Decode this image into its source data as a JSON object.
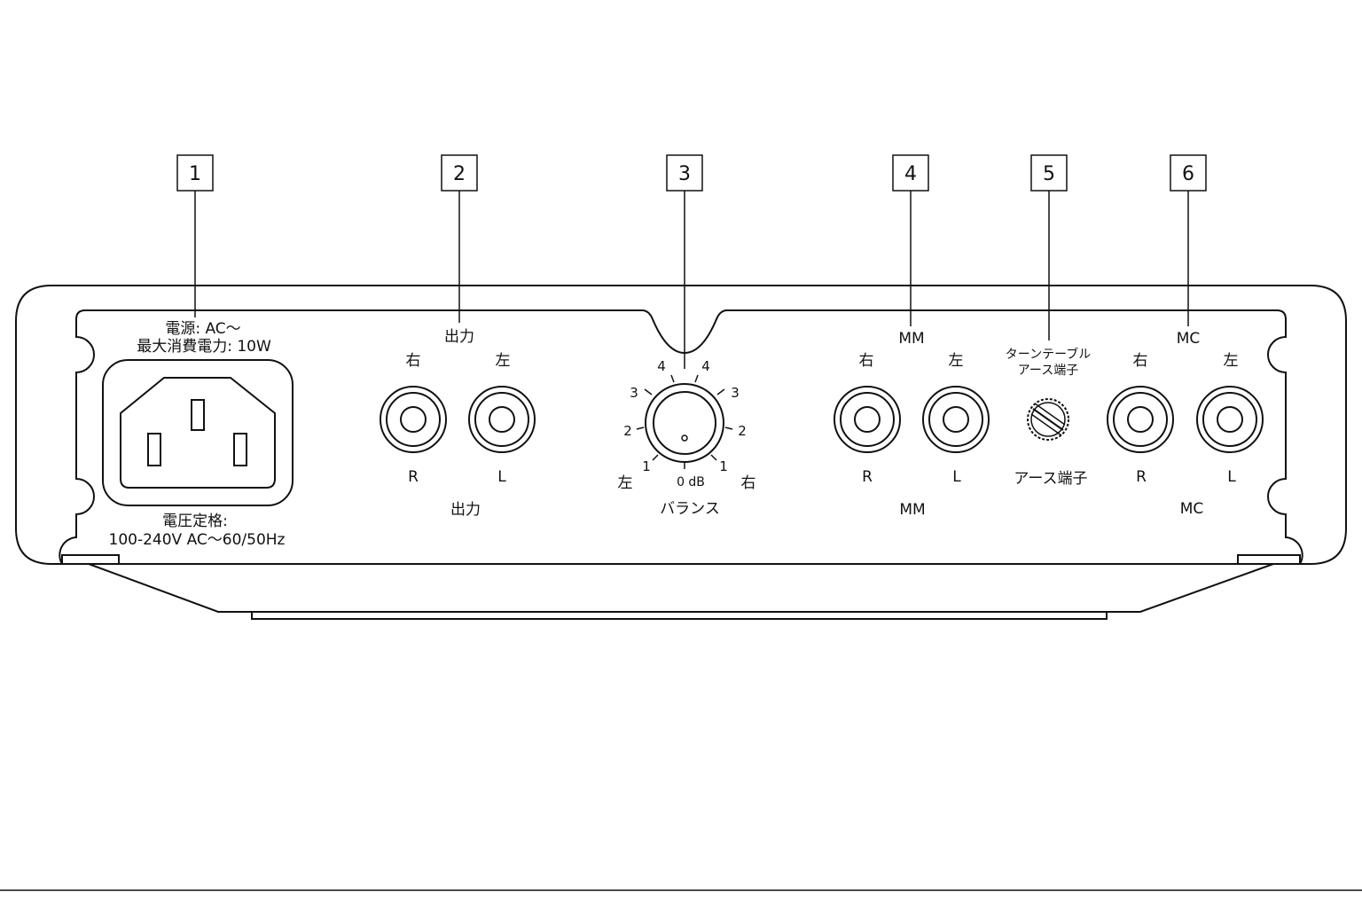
{
  "callouts": [
    "1",
    "2",
    "3",
    "4",
    "5",
    "6"
  ],
  "power": {
    "top_line1": "電源: AC〜",
    "top_line2": "最大消費電力: 10W",
    "bottom_line1": "電圧定格:",
    "bottom_line2": "100-240V AC〜60/50Hz"
  },
  "output": {
    "title": "出力",
    "right": "右",
    "left": "左",
    "r": "R",
    "l": "L",
    "bottom": "出力"
  },
  "balance": {
    "ticks_left": [
      "4",
      "3",
      "2",
      "1"
    ],
    "ticks_right": [
      "4",
      "3",
      "2",
      "1"
    ],
    "center": "0 dB",
    "side_left": "左",
    "side_right": "右",
    "label": "バランス"
  },
  "mm": {
    "title": "MM",
    "right": "右",
    "left": "左",
    "r": "R",
    "l": "L",
    "bottom": "MM"
  },
  "ground": {
    "top_line1": "ターンテーブル",
    "top_line2": "アース端子",
    "bottom": "アース端子"
  },
  "mc": {
    "title": "MC",
    "right": "右",
    "left": "左",
    "r": "R",
    "l": "L",
    "bottom": "MC"
  }
}
